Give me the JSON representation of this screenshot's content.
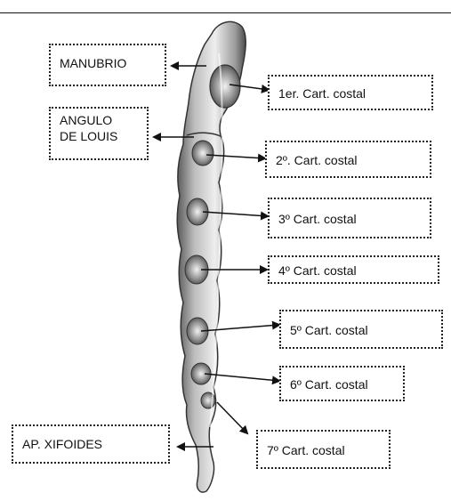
{
  "labels": {
    "manubrio": "MANUBRIO",
    "angulo_de_louis_line1": "ANGULO",
    "angulo_de_louis_line2": "DE LOUIS",
    "ap_xifoides": "AP. XIFOIDES",
    "cart_1": "1er. Cart. costal",
    "cart_2": "2º. Cart. costal",
    "cart_3": "3º Cart. costal",
    "cart_4": "4º Cart. costal",
    "cart_5": "5º Cart. costal",
    "cart_6": "6º Cart. costal",
    "cart_7": "7º Cart. costal"
  },
  "colors": {
    "bone_light": "#e8e8e8",
    "bone_mid": "#a8a8a8",
    "bone_dark": "#4a4a4a",
    "arrow": "#111111",
    "label_border": "#222222"
  }
}
